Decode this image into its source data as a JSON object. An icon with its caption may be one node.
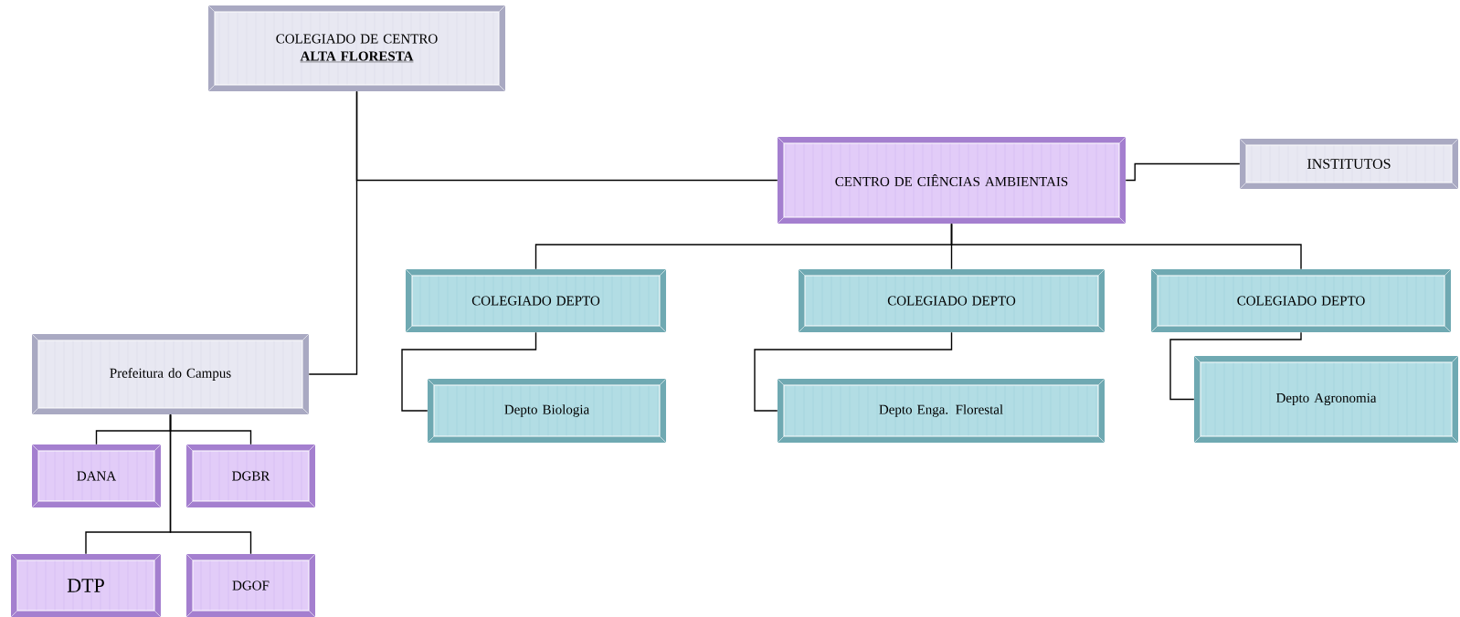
{
  "diagram": {
    "nodes": [
      {
        "text": [
          "COLEGIADO DE CENTRO",
          "ALTA FLORESTA"
        ]
      },
      {
        "text": [
          "CENTRO DE CIÊNCIAS AMBIENTAIS"
        ]
      },
      {
        "text": [
          "INSTITUTOS"
        ]
      },
      {
        "text": [
          "COLEGIADO DEPTO"
        ]
      },
      {
        "text": [
          "COLEGIADO DEPTO"
        ]
      },
      {
        "text": [
          "COLEGIADO DEPTO"
        ]
      },
      {
        "text": [
          "Depto Biologia"
        ]
      },
      {
        "text": [
          "Depto Enga. Florestal"
        ]
      },
      {
        "text": [
          "Depto Agronomia"
        ]
      },
      {
        "text": [
          "Prefeitura do Campus"
        ]
      },
      {
        "text": [
          "DANA"
        ]
      },
      {
        "text": [
          "DGBR"
        ]
      },
      {
        "text": [
          "DTP"
        ]
      },
      {
        "text": [
          "DGOF"
        ]
      }
    ],
    "edges": [
      {
        "from": 0,
        "to": 1,
        "arrow": "none"
      },
      {
        "from": 0,
        "to": 9,
        "arrow": "none"
      },
      {
        "from": 1,
        "to": 2,
        "arrow": "none"
      },
      {
        "from": 1,
        "to": 3,
        "arrow": "none"
      },
      {
        "from": 1,
        "to": 4,
        "arrow": "none"
      },
      {
        "from": 1,
        "to": 5,
        "arrow": "none"
      },
      {
        "from": 3,
        "to": 6,
        "arrow": "none"
      },
      {
        "from": 4,
        "to": 7,
        "arrow": "none"
      },
      {
        "from": 5,
        "to": 8,
        "arrow": "none"
      },
      {
        "from": 9,
        "to": 10,
        "arrow": "none"
      },
      {
        "from": 9,
        "to": 11,
        "arrow": "none"
      },
      {
        "from": 9,
        "to": 12,
        "arrow": "none"
      },
      {
        "from": 9,
        "to": 13,
        "arrow": "none"
      }
    ]
  }
}
